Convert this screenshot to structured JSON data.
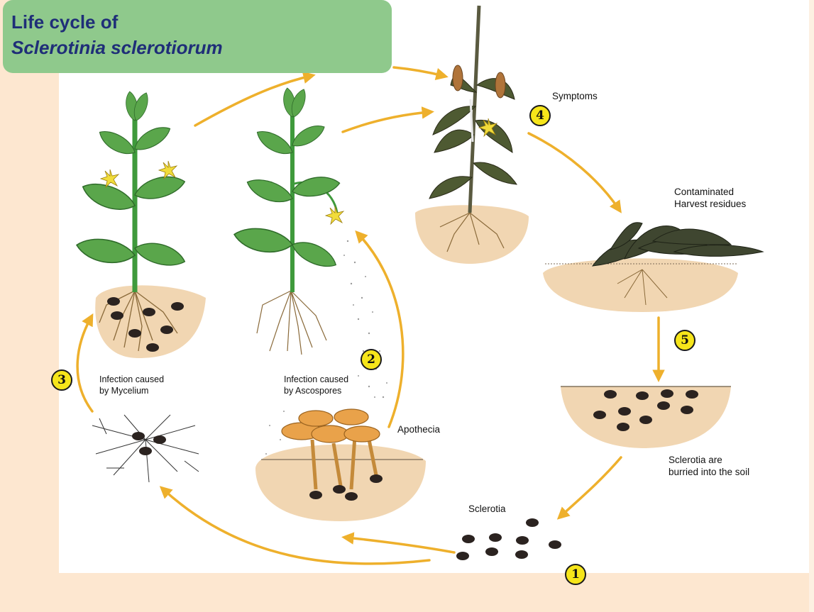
{
  "title": {
    "line1": "Life cycle of",
    "line2": "Sclerotinia sclerotiorum"
  },
  "labels": {
    "symptoms": "Symptoms",
    "contaminated": "Contaminated",
    "harvest_residues": "Harvest residues",
    "sclerotia_are": "Sclerotia are",
    "burried_soil": "burried into the soil",
    "sclerotia": "Sclerotia",
    "apothecia": "Apothecia",
    "infection_caused_asco": "Infection caused",
    "by_ascospores": "by Ascospores",
    "infection_caused_myc": "Infection caused",
    "by_mycelium": "by Mycelium"
  },
  "steps": [
    "1",
    "2",
    "3",
    "4",
    "5"
  ],
  "colors": {
    "frame": "#fde7d0",
    "title_box": "#8fc98c",
    "title_text": "#1f2e78",
    "arrow": "#eeb02c",
    "badge": "#f6e51a",
    "soil": "#f1d6b2",
    "stem_green": "#3f9a3c",
    "leaf_green": "#5aa64b",
    "sclerotia": "#2b2320",
    "apothecia": "#e9a24a"
  }
}
